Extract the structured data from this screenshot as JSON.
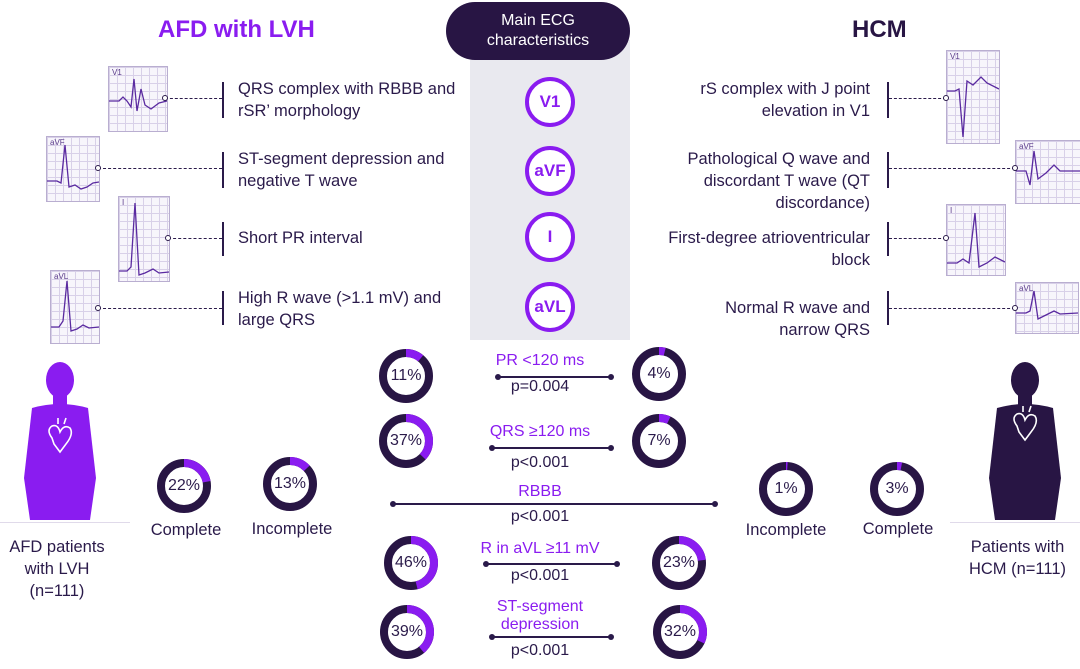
{
  "headings": {
    "left": "AFD with LVH",
    "right": "HCM",
    "center": "Main ECG characteristics"
  },
  "leads": [
    "V1",
    "aVF",
    "I",
    "aVL"
  ],
  "left_features": [
    "QRS complex with RBBB and rSR’ morphology",
    "ST-segment depression and negative T wave",
    "Short PR interval",
    "High R wave (>1.1 mV) and large QRS"
  ],
  "right_features": [
    "rS complex with J point elevation in V1",
    "Pathological Q wave and discordant T wave (QT discordance)",
    "First-degree atrioventricular block",
    "Normal R wave and narrow QRS"
  ],
  "ecg_labels": {
    "left": [
      "V1",
      "aVF",
      "I",
      "aVL"
    ],
    "right": [
      "V1",
      "aVF",
      "I",
      "aVL"
    ]
  },
  "patients": {
    "left": "AFD patients with LVH (n=111)",
    "right": "Patients with HCM (n=111)"
  },
  "rbbb": {
    "name": "RBBB",
    "p": "p<0.001",
    "left": [
      {
        "label": "Complete",
        "value": 22
      },
      {
        "label": "Incomplete",
        "value": 13
      }
    ],
    "right": [
      {
        "label": "Incomplete",
        "value": 1
      },
      {
        "label": "Complete",
        "value": 3
      }
    ]
  },
  "comparisons": [
    {
      "name": "PR <120 ms",
      "p": "p=0.004",
      "afd": 11,
      "hcm": 4
    },
    {
      "name": "QRS ≥120 ms",
      "p": "p<0.001",
      "afd": 37,
      "hcm": 7
    },
    {
      "name": "R in aVL ≥11 mV",
      "p": "p<0.001",
      "afd": 46,
      "hcm": 23
    },
    {
      "name": "ST-segment depression",
      "p": "p<0.001",
      "afd": 39,
      "hcm": 32
    }
  ],
  "colors": {
    "accent": "#8a1cf0",
    "dark": "#281544",
    "track": "#281544"
  }
}
